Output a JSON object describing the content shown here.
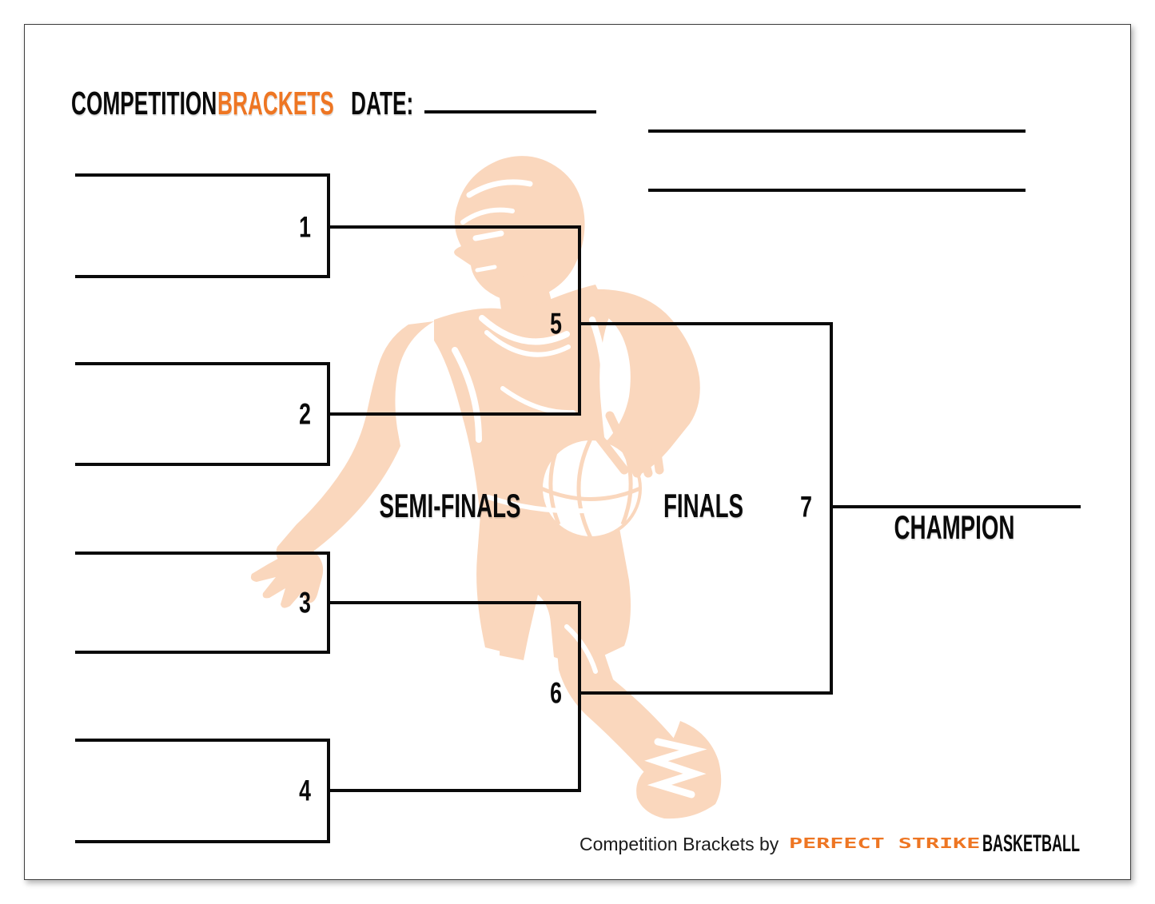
{
  "header": {
    "title_part1": "COMPETITION",
    "title_part2": "BRACKETS",
    "date_label": "DATE:"
  },
  "bracket": {
    "round1": [
      "1",
      "2",
      "3",
      "4"
    ],
    "semifinals": [
      "5",
      "6"
    ],
    "final": "7",
    "semifinals_label": "SEMI-FINALS",
    "finals_label": "FINALS",
    "champion_label": "CHAMPION"
  },
  "footer": {
    "credit": "Competition Brackets by",
    "brand_name": "PERFECT STRIKE",
    "brand_suffix": "BASKETBALL"
  },
  "colors": {
    "accent_orange": "#ee7623",
    "silhouette_peach": "#fad7bd",
    "line_black": "#0a0a0a"
  }
}
